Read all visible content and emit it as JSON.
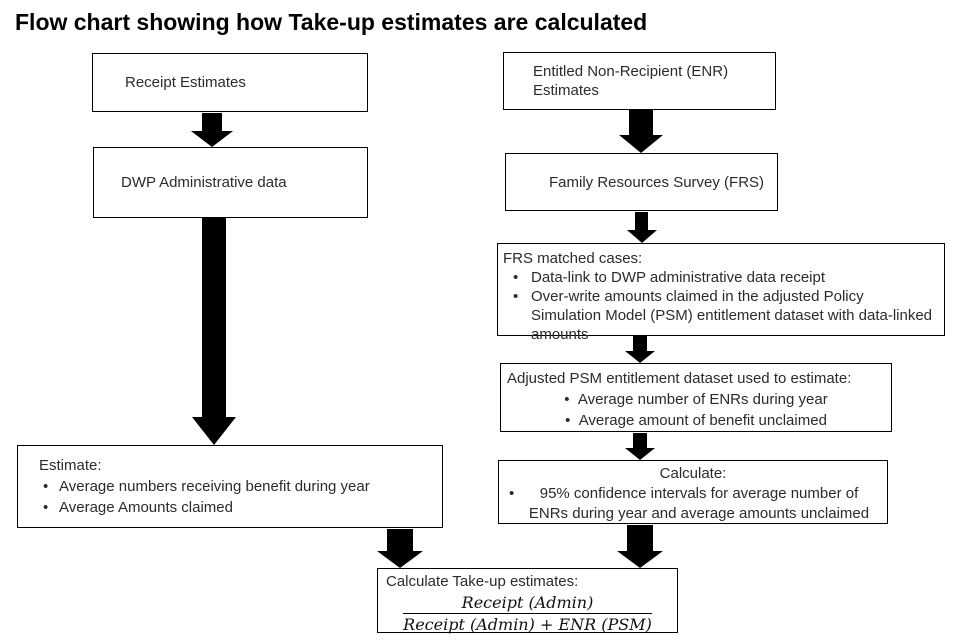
{
  "title": "Flow chart showing how Take-up estimates are calculated",
  "left": {
    "receipt_box": {
      "label": "Receipt Estimates"
    },
    "dwp_box": {
      "label": "DWP Administrative data"
    },
    "estimate_box": {
      "heading": "Estimate:",
      "bullets": [
        "Average numbers receiving benefit during year",
        "Average Amounts claimed"
      ]
    }
  },
  "right": {
    "enr_box": {
      "label": "Entitled Non-Recipient (ENR) Estimates"
    },
    "frs_box": {
      "label": "Family Resources Survey (FRS)"
    },
    "frs_matched_box": {
      "heading": "FRS matched cases:",
      "bullets": [
        "Data-link to DWP administrative data receipt",
        "Over-write amounts claimed in the adjusted Policy Simulation Model (PSM) entitlement dataset with data-linked amounts"
      ]
    },
    "adjusted_psm_box": {
      "heading": "Adjusted PSM entitlement dataset used to estimate:",
      "bullets": [
        "Average number of ENRs during year",
        "Average amount of benefit unclaimed"
      ]
    },
    "calculate_box": {
      "heading": "Calculate:",
      "bullets": [
        "95% confidence intervals for average number of ENRs during year and average amounts unclaimed"
      ]
    }
  },
  "bottom": {
    "takeup_box": {
      "heading": "Calculate Take-up estimates:",
      "numerator": "Receipt (Admin)",
      "denominator": "Receipt (Admin) + ENR (PSM)"
    }
  },
  "colors": {
    "ink": "#000000",
    "background": "#ffffff"
  }
}
